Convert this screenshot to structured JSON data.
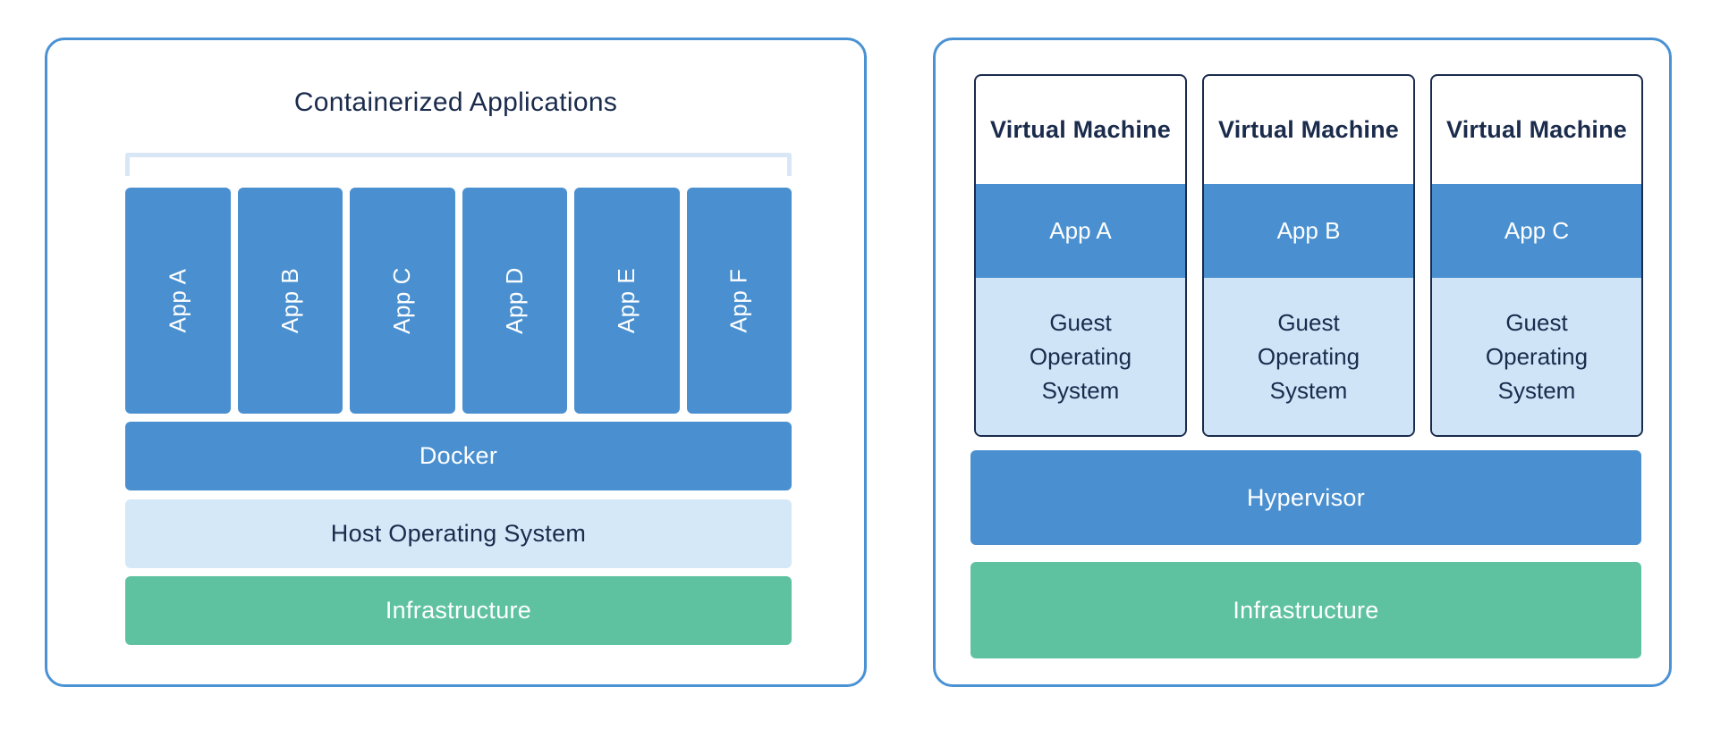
{
  "left": {
    "title": "Containerized Applications",
    "apps": [
      "App A",
      "App B",
      "App C",
      "App D",
      "App E",
      "App F"
    ],
    "layers": [
      {
        "label": "Docker"
      },
      {
        "label": "Host Operating System"
      },
      {
        "label": "Infrastructure"
      }
    ]
  },
  "right": {
    "vms": [
      {
        "title": "Virtual Machine",
        "app": "App A",
        "os": "Guest Operating System"
      },
      {
        "title": "Virtual Machine",
        "app": "App B",
        "os": "Guest Operating System"
      },
      {
        "title": "Virtual Machine",
        "app": "App C",
        "os": "Guest Operating System"
      }
    ],
    "layers": [
      {
        "label": "Hypervisor"
      },
      {
        "label": "Infrastructure"
      }
    ]
  },
  "colors": {
    "accent_blue": "#4a90d0",
    "light_blue": "#d5e8f8",
    "guest_light_blue": "#cfe4f7",
    "green": "#5ec2a1",
    "navy_text": "#1a2b4c",
    "panel_border": "#4a92d4",
    "bracket": "#d9e6f6"
  }
}
